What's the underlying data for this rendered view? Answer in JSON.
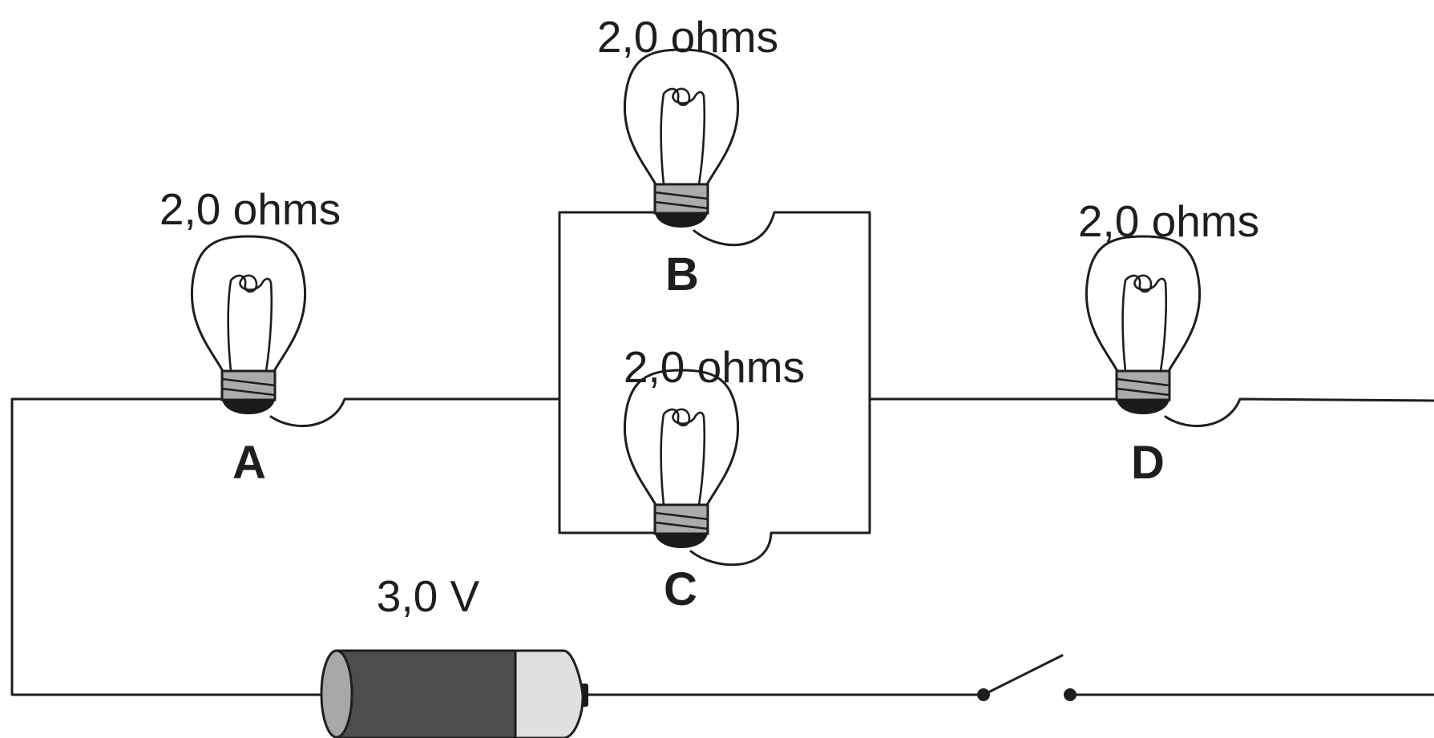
{
  "bulbs": {
    "A": {
      "label": "A",
      "resistance": "2,0 ohms"
    },
    "B": {
      "label": "B",
      "resistance": "2,0 ohms"
    },
    "C": {
      "label": "C",
      "resistance": "2,0 ohms"
    },
    "D": {
      "label": "D",
      "resistance": "2,0 ohms"
    }
  },
  "battery": {
    "voltage": "3,0 V"
  },
  "switch": {
    "state": "open"
  },
  "colors": {
    "wire": "#1e1e1e",
    "battery_body": "#4d4d4f",
    "battery_cap": "#e0e0e0",
    "bulb_base": "#ababab"
  }
}
